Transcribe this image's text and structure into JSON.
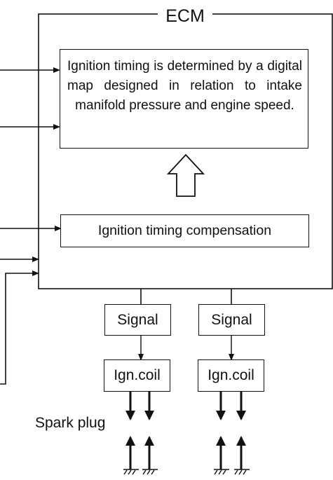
{
  "diagram": {
    "ecm_title": "ECM",
    "map_text": "Ignition timing is determined by a digital map designed in relation to intake manifold pressure and engine speed.",
    "compensation_text": "Ignition timing compensation",
    "signals": [
      "Signal",
      "Signal"
    ],
    "coils": [
      "Ign.coil",
      "Ign.coil"
    ],
    "spark_plug_label": "Spark plug"
  }
}
